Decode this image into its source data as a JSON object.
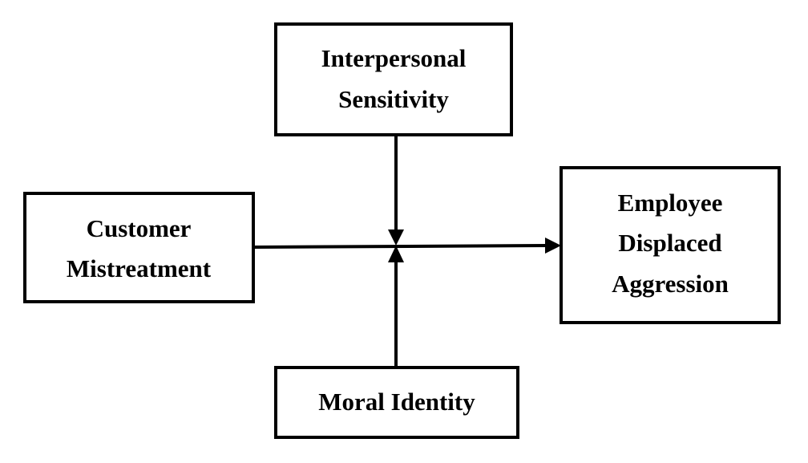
{
  "diagram": {
    "nodes": {
      "interpersonal_sensitivity": {
        "lines": [
          "Interpersonal",
          "Sensitivity"
        ]
      },
      "customer_mistreatment": {
        "lines": [
          "Customer",
          "Mistreatment"
        ]
      },
      "employee_displaced_aggression": {
        "lines": [
          "Employee",
          "Displaced",
          "Aggression"
        ]
      },
      "moral_identity": {
        "lines": [
          "Moral Identity"
        ]
      }
    },
    "edges": [
      {
        "from": "customer_mistreatment",
        "to": "employee_displaced_aggression",
        "type": "direct-effect"
      },
      {
        "from": "interpersonal_sensitivity",
        "to": "customer_mistreatment->employee_displaced_aggression",
        "type": "moderation"
      },
      {
        "from": "moral_identity",
        "to": "customer_mistreatment->employee_displaced_aggression",
        "type": "moderation"
      }
    ],
    "colors": {
      "stroke": "#000000",
      "background": "#ffffff",
      "text": "#000000"
    }
  }
}
